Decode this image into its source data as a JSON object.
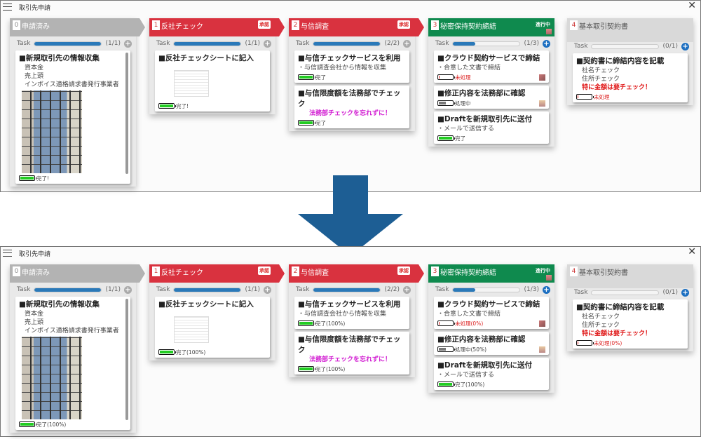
{
  "colors": {
    "red": "#d9323f",
    "green": "#0f8a4e",
    "gray": "#b3b3b3",
    "light": "#d9d9d9",
    "blue": "#2a79b9",
    "done": "#22cc22",
    "pending": "#d22",
    "working": "#777",
    "note_magenta": "#d21fd2",
    "note_red": "#e01818"
  },
  "big_arrow_icon": "arrow-down-icon",
  "panels": [
    {
      "title": "取引先申請",
      "columns": [
        {
          "num": "0",
          "name": "申請済み",
          "style": "gray",
          "badge": "",
          "task": "Task",
          "count": "(1/1)",
          "progress": 100,
          "plus": "gray",
          "cards": [
            {
              "title": "■新規取引先の情報収集",
              "lines": [
                "資本金",
                "売上頭",
                "インボイス適格請求書発行事業者"
              ],
              "image": "building",
              "status": {
                "label": "完了!",
                "level": 100,
                "kind": "done"
              }
            }
          ]
        },
        {
          "num": "1",
          "name": "反社チェック",
          "style": "red",
          "badge": "承認",
          "task": "Task",
          "count": "(1/1)",
          "progress": 100,
          "plus": "gray",
          "cards": [
            {
              "title": "■反社チェックシートに記入",
              "image": "sheet",
              "status": {
                "label": "完了!",
                "level": 100,
                "kind": "done"
              }
            }
          ]
        },
        {
          "num": "2",
          "name": "与信調査",
          "style": "red",
          "badge": "承認",
          "task": "Task",
          "count": "(2/2)",
          "progress": 100,
          "plus": "gray",
          "cards": [
            {
              "title": "■与信チェックサービスを利用",
              "bullets": [
                "・与信調査会社から情報を収集"
              ],
              "status": {
                "label": "完了",
                "level": 100,
                "kind": "done"
              }
            },
            {
              "title": "■与信限度額を法務部でチェック",
              "note": {
                "text": "法務部チェックを忘れずに！",
                "color": "magenta"
              },
              "status": {
                "label": "完了",
                "level": 100,
                "kind": "done"
              }
            }
          ]
        },
        {
          "num": "3",
          "name": "秘密保持契約締結",
          "style": "green",
          "badge": "進行中",
          "task": "Task",
          "count": "(1/3)",
          "progress": 33,
          "plus": "blue",
          "cards": [
            {
              "title": "■クラウド契約サービスで締結",
              "bullets": [
                "・合意した文書で締結"
              ],
              "status": {
                "label": "未処理",
                "level": 5,
                "kind": "pending"
              },
              "avatar": true
            },
            {
              "title": "■修正内容を法務部に確認",
              "status": {
                "label": "処理中",
                "level": 50,
                "kind": "working"
              },
              "avatar": true
            },
            {
              "title": "■Draftを新規取引先に送付",
              "bullets": [
                "・メールで送信する"
              ],
              "status": {
                "label": "完了",
                "level": 100,
                "kind": "done"
              }
            }
          ]
        },
        {
          "num": "4",
          "name": "基本取引契約書",
          "style": "light",
          "badge": "",
          "task": "Task",
          "count": "(0/1)",
          "progress": 0,
          "plus": "blue",
          "cards": [
            {
              "title": "■契約書に締結内容を記載",
              "lines": [
                "社名チェック",
                "住所チェック"
              ],
              "note": {
                "text": "特に金額は要チェック！",
                "color": "red"
              },
              "status": {
                "label": "未処理",
                "level": 5,
                "kind": "pending"
              }
            }
          ]
        }
      ]
    },
    {
      "title": "取引先申請",
      "columns": [
        {
          "num": "0",
          "name": "申請済み",
          "style": "gray",
          "badge": "",
          "task": "Task",
          "count": "(1/1)",
          "progress": 100,
          "plus": "gray",
          "cards": [
            {
              "title": "■新規取引先の情報収集",
              "lines": [
                "資本金",
                "売上頭",
                "インボイス適格請求書発行事業者"
              ],
              "image": "building",
              "status": {
                "label": "完了(100%)",
                "level": 100,
                "kind": "done"
              }
            }
          ]
        },
        {
          "num": "1",
          "name": "反社チェック",
          "style": "red",
          "badge": "承認",
          "task": "Task",
          "count": "(1/1)",
          "progress": 100,
          "plus": "gray",
          "cards": [
            {
              "title": "■反社チェックシートに記入",
              "image": "sheet",
              "status": {
                "label": "完了(100%)",
                "level": 100,
                "kind": "done"
              }
            }
          ]
        },
        {
          "num": "2",
          "name": "与信調査",
          "style": "red",
          "badge": "承認",
          "task": "Task",
          "count": "(2/2)",
          "progress": 100,
          "plus": "gray",
          "cards": [
            {
              "title": "■与信チェックサービスを利用",
              "bullets": [
                "・与信調査会社から情報を収集"
              ],
              "status": {
                "label": "完了(100%)",
                "level": 100,
                "kind": "done"
              }
            },
            {
              "title": "■与信限度額を法務部でチェック",
              "note": {
                "text": "法務部チェックを忘れずに！",
                "color": "magenta"
              },
              "status": {
                "label": "完了(100%)",
                "level": 100,
                "kind": "done"
              }
            }
          ]
        },
        {
          "num": "3",
          "name": "秘密保持契約締結",
          "style": "green",
          "badge": "進行中",
          "task": "Task",
          "count": "(1/3)",
          "progress": 33,
          "plus": "blue",
          "cards": [
            {
              "title": "■クラウド契約サービスで締結",
              "bullets": [
                "・合意した文書で締結"
              ],
              "status": {
                "label": "未処理(0%)",
                "level": 5,
                "kind": "pending"
              },
              "avatar": true
            },
            {
              "title": "■修正内容を法務部に確認",
              "status": {
                "label": "処理中(50%)",
                "level": 50,
                "kind": "working"
              },
              "avatar": true
            },
            {
              "title": "■Draftを新規取引先に送付",
              "bullets": [
                "・メールで送信する"
              ],
              "status": {
                "label": "完了(100%)",
                "level": 100,
                "kind": "done"
              }
            }
          ]
        },
        {
          "num": "4",
          "name": "基本取引契約書",
          "style": "light",
          "badge": "",
          "task": "Task",
          "count": "(0/1)",
          "progress": 0,
          "plus": "blue",
          "cards": [
            {
              "title": "■契約書に締結内容を記載",
              "lines": [
                "社名チェック",
                "住所チェック"
              ],
              "note": {
                "text": "特に金額は要チェック！",
                "color": "red"
              },
              "status": {
                "label": "未処理(0%)",
                "level": 5,
                "kind": "pending"
              }
            }
          ]
        }
      ]
    }
  ]
}
